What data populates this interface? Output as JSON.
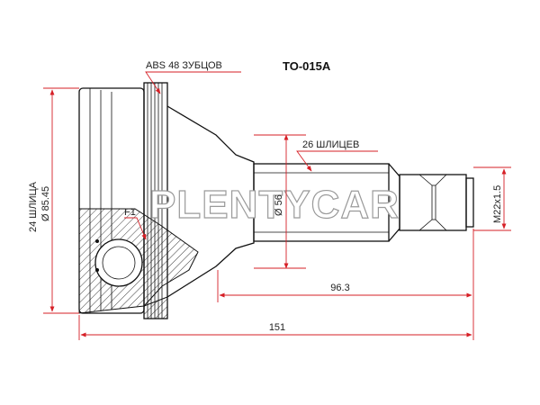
{
  "part_number": "TO-015A",
  "labels": {
    "abs": "ABS 48 ЗУБЦОВ",
    "spline_shaft": "26 ШЛИЦЕВ",
    "spline_outer": "24 ШЛИЦА",
    "diameter_outer": "Ø 85.45",
    "diameter_shaft": "Ø 56",
    "thread": "M22x1.5",
    "f1": "F1",
    "length_shaft": "96.3",
    "length_total": "151"
  },
  "watermark": "PLENTYCAR",
  "colors": {
    "dimension": "#d61f26",
    "line": "#111111",
    "watermark_stroke": "#9a9a9a"
  }
}
